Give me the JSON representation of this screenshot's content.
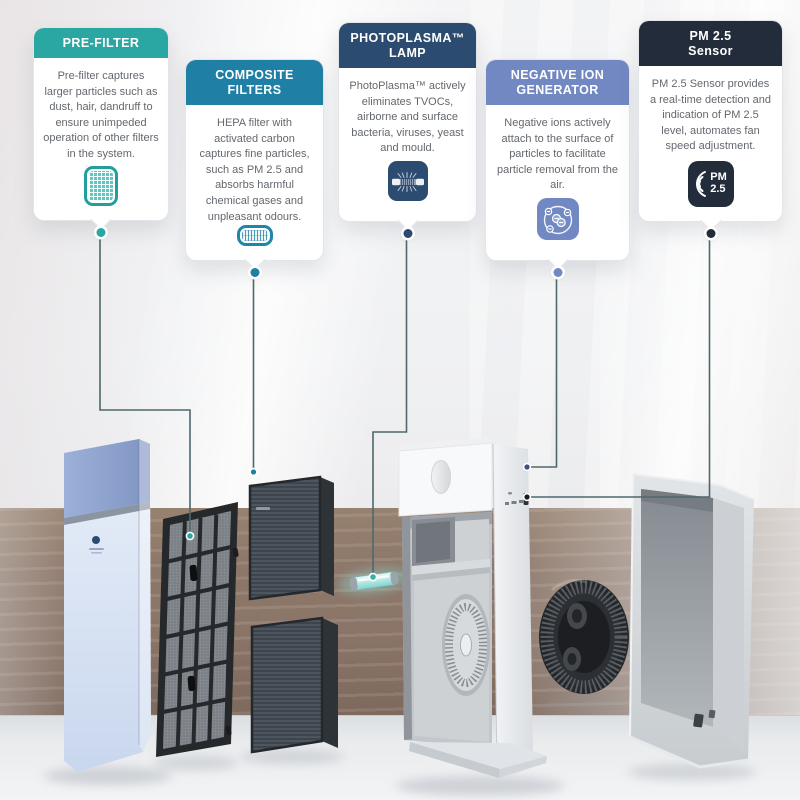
{
  "callouts": [
    {
      "id": "pre-filter",
      "title1": "PRE-FILTER",
      "body": "Pre-filter captures larger particles such as dust, hair, dandruff to ensure unimpeded operation of other filters in the system.",
      "header_color": "#2aa7a3",
      "icon": "mesh-grid-icon"
    },
    {
      "id": "composite-filters",
      "title1": "COMPOSITE FILTERS",
      "body": "HEPA filter with activated carbon captures fine particles, such as PM 2.5 and absorbs harmful chemical gases and unpleasant odours.",
      "header_color": "#1f7fa4",
      "icon": "pleated-filter-icon"
    },
    {
      "id": "photoplasma-lamp",
      "title1": "PHOTOPLASMA™",
      "title2": "LAMP",
      "body": "PhotoPlasma™ actively eliminates TVOCs, airborne and surface bacteria, viruses, yeast and mould.",
      "header_color": "#2c4b70",
      "icon": "uv-lamp-icon"
    },
    {
      "id": "negative-ion-generator",
      "title1": "NEGATIVE ION",
      "title2": "GENERATOR",
      "body": "Negative ions actively attach to the surface of particles to facilitate particle removal from the air.",
      "header_color": "#7288c2",
      "icon": "ion-particles-icon"
    },
    {
      "id": "pm25-sensor",
      "title1": "PM 2.5",
      "title2": "Sensor",
      "body": "PM 2.5 Sensor provides a real-time detection and indication of PM 2.5 level, automates fan speed adjustment.",
      "header_color": "#222c3a",
      "icon": "pm25-signal-icon",
      "icon_text": {
        "line1": "PM",
        "line2": "2.5"
      }
    }
  ],
  "icons": {
    "pre_filter": "mesh-grid-icon",
    "composite": "pleated-filter-icon",
    "photoplasma": "uv-lamp-icon",
    "negative_ion": "ion-particles-icon",
    "pm25": "pm25-signal-icon"
  },
  "colors": {
    "teal": "#2aa7a3",
    "blue": "#1f7fa4",
    "navy": "#2c4b70",
    "periwinkle": "#7288c2",
    "charcoal": "#222c3a",
    "leader_line": "#4e686c",
    "wall": "#f1f2f4",
    "wood_band": "#8b7466",
    "floor": "#eef0f2",
    "front_panel_blue": "#d9e3f3",
    "lamp_glow": "#7fd9d4"
  }
}
